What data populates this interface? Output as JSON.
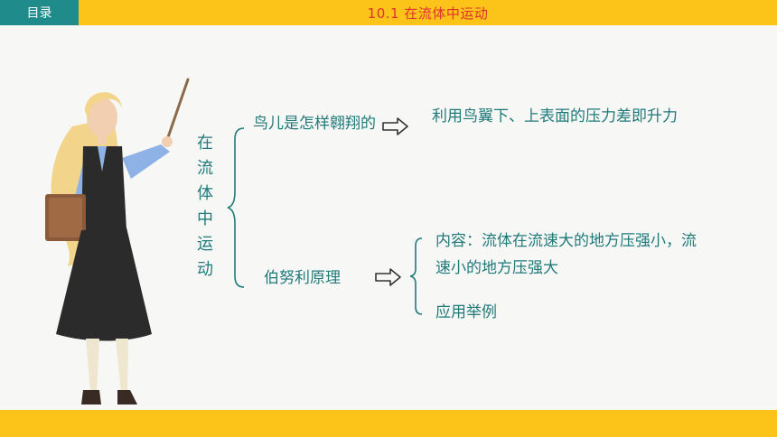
{
  "header": {
    "toc_label": "目录",
    "title": "10.1  在流体中运动"
  },
  "mindmap": {
    "root": "在流体中运动",
    "branch1": {
      "label": "鸟儿是怎样翱翔的",
      "result": "利用鸟翼下、上表面的压力差即升力"
    },
    "branch2": {
      "label": "伯努利原理",
      "content": "内容：流体在流速大的地方压强小，流速小的地方压强大",
      "application": "应用举例"
    }
  },
  "colors": {
    "accent": "#fcc419",
    "toc_bg": "#1f8b8b",
    "title_text": "#e03131",
    "body_text": "#1f7a7a"
  }
}
